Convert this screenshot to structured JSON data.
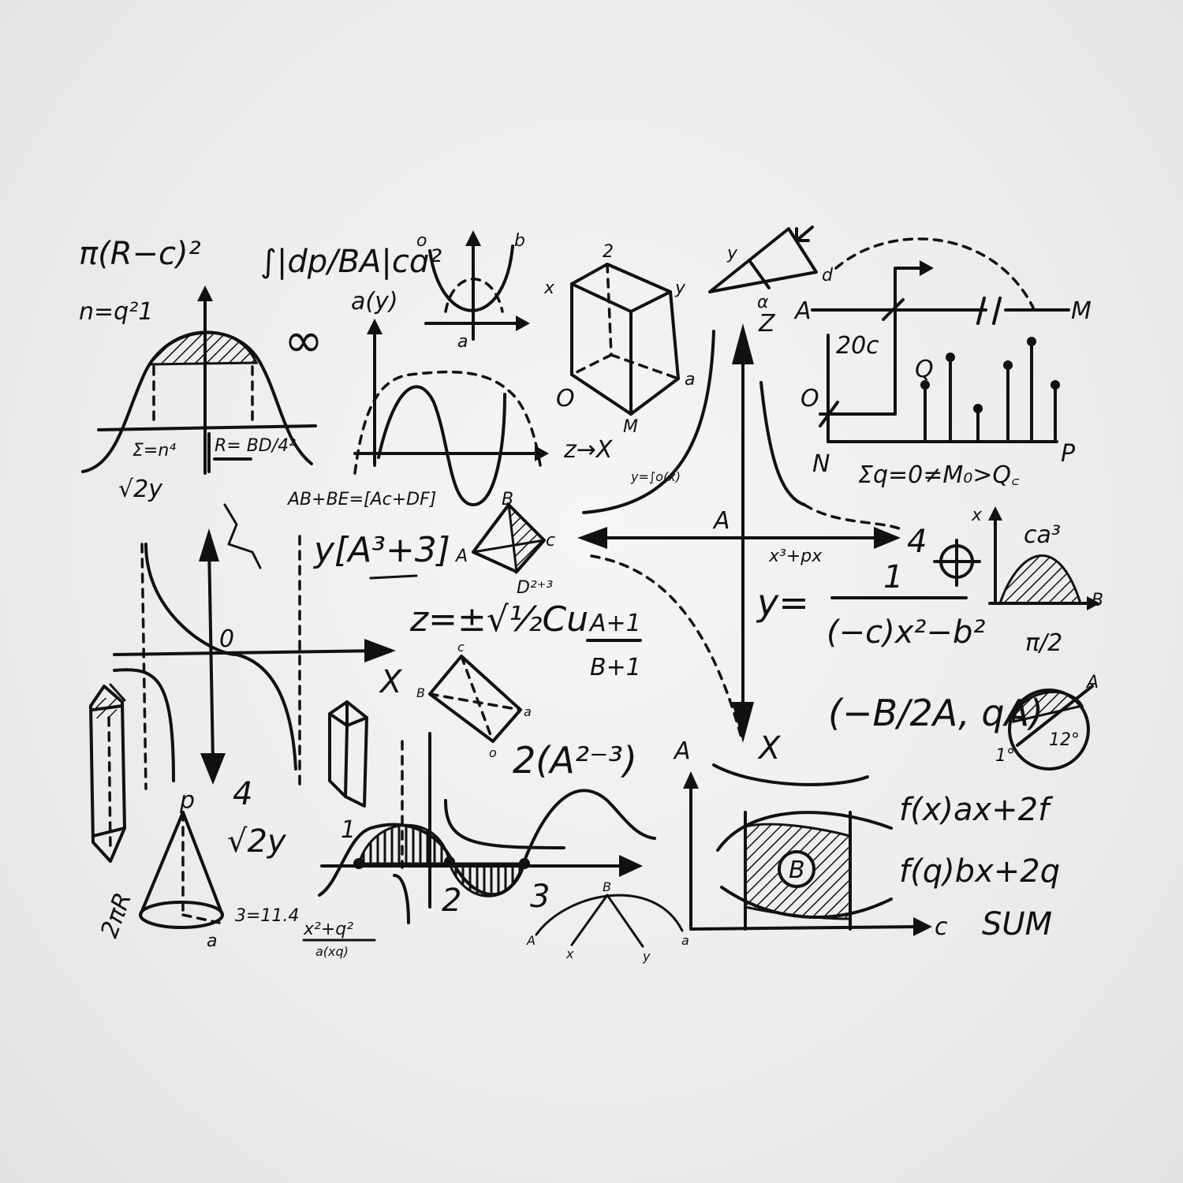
{
  "colors": {
    "ink": "#111111",
    "paper": "#eeeeee"
  },
  "formulas": {
    "pi_r_c": "π(R−c)²",
    "integral": "∫|dp/BA|cɑ²",
    "n_eq": "n=q²1",
    "a_y": "a(y)",
    "infinity": "∞",
    "sum_n": "Σ=n⁴",
    "r_bd": "R= BD/4²",
    "sqrt_2y": "√2y",
    "ab_be": "AB+BE=[Ac+DF]",
    "y_a3": "y[A³+3]",
    "z_sqrt": "z=±√½Cu",
    "a_plus_1": "A+1",
    "b_plus_1": "B+1",
    "two_a23": "2(A²⁻³)",
    "sqrt_y": "√2y",
    "two_pi_r": "2πR",
    "three_114": "3=11.4",
    "sqrt_frac_num": "x²+q²",
    "sqrt_frac_den": "a(xq)",
    "z_to_x": "z→X",
    "y_integral": "y=∫o(x)",
    "x3_px": "x³+px",
    "y_eq": "y=",
    "frac_one": "1",
    "frac_den": "(−c)x²−b²",
    "vertex": "(−B/2A, qA)",
    "fx_ax": "f(x)ax+2f",
    "fq_bx": "f(q)bx+2q",
    "sum_word": "SUM",
    "sigma_q": "Σq=0≠M₀>Q꜀",
    "twenty_c": "20c",
    "pi_half": "π/2",
    "ca3": "ca³",
    "twelve_c": "12°",
    "one_c": "1°",
    "d2_3": "D²⁺³"
  },
  "labels": {
    "o_top": "o",
    "b_top": "b",
    "a_mid": "a",
    "cube_2": "2",
    "cube_x": "x",
    "cube_y": "y",
    "cube_a": "a",
    "cube_o": "O",
    "cube_m": "M",
    "tri_y": "y",
    "tri_d": "d",
    "tri_alpha": "α",
    "axis_z": "Z",
    "axis_a_top": "A",
    "axis_y": "4",
    "axis_x": "X",
    "circ_a": "A",
    "circ_m": "M",
    "circ_o": "O",
    "circ_n": "N",
    "circ_p": "P",
    "circ_q": "Q",
    "pyr_b": "B",
    "pyr_a": "A",
    "pyr_c": "c",
    "rect_c": "c",
    "rect_b": "B",
    "rect_a": "a",
    "rect_o": "o",
    "axis2_o": "0",
    "axis2_x": "X",
    "axis2_y": "4",
    "wave_1": "1",
    "wave_2": "2",
    "wave_3": "3",
    "arc_a": "A",
    "arc_x": "x",
    "arc_b": "B",
    "arc_y": "y",
    "arc_alpha": "a",
    "graph_a": "A",
    "graph_c": "c",
    "graph_b": "B",
    "small_x": "x",
    "small_b": "B",
    "cone_a": "a",
    "cone_p": "p"
  }
}
